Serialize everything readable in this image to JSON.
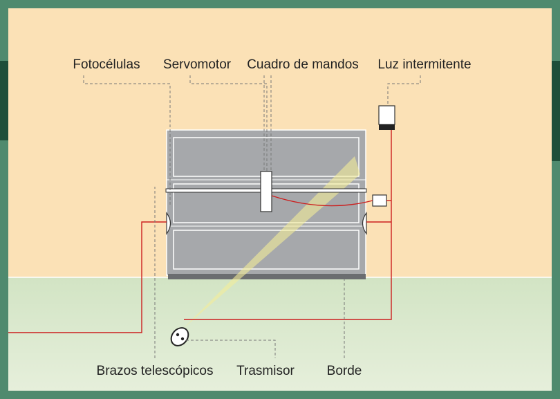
{
  "labels": {
    "fotocelulas": "Fotocélulas",
    "servomotor": "Servomotor",
    "cuadro_de_mandos": "Cuadro de mandos",
    "luz_intermitente": "Luz intermitente",
    "brazos_telescopicos": "Brazos telescópicos",
    "trasmisor": "Trasmisor",
    "borde": "Borde"
  },
  "colors": {
    "frame": "#4f8a6e",
    "wall": "#fbe1b6",
    "ground": "#d8e8cc",
    "gate": "#a6a8ab",
    "wire": "#cc1f1f",
    "beam": "#f3ec9a"
  },
  "icons": {
    "transmitter": "remote-control-icon",
    "warning_light": "flashing-light-icon",
    "photocell": "photocell-icon"
  }
}
